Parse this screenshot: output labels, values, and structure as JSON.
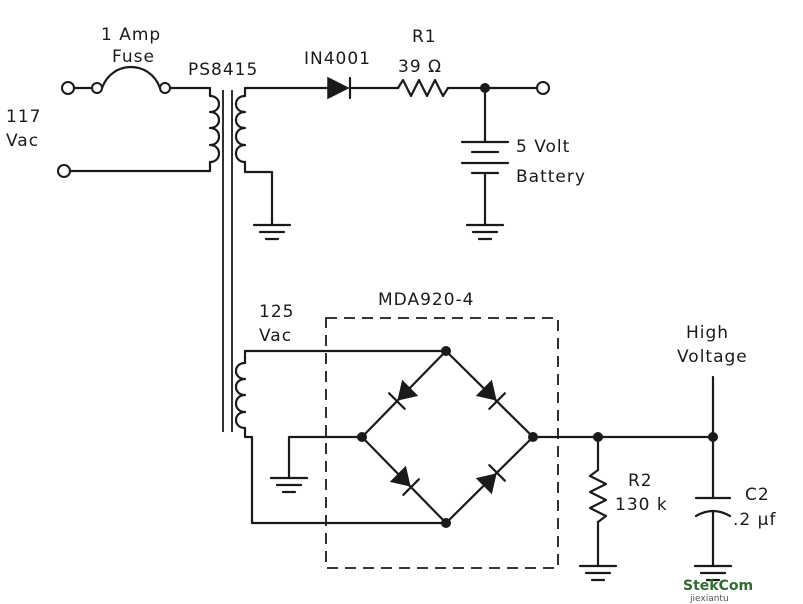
{
  "labels": {
    "fuse": [
      "1 Amp",
      "Fuse"
    ],
    "input_voltage": [
      "117",
      "Vac"
    ],
    "transformer": "PS8415",
    "diode": "IN4001",
    "r1_name": "R1",
    "r1_value": "39 Ω",
    "battery": [
      "5 Volt",
      "Battery"
    ],
    "secondary_voltage": [
      "125",
      "Vac"
    ],
    "bridge": "MDA920-4",
    "output": [
      "High",
      "Voltage"
    ],
    "r2_name": "R2",
    "r2_value": "130 k",
    "c2_name": "C2",
    "c2_value": ".2 µf"
  },
  "watermark": {
    "main": "StekCom",
    "sub": "jiexiantu"
  },
  "colors": {
    "ink": "#1a1a1a",
    "background": "#ffffff",
    "watermark": "#2f6d2f"
  }
}
